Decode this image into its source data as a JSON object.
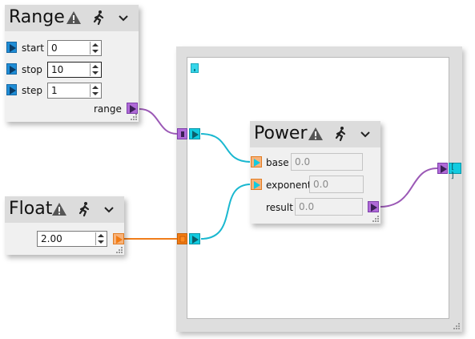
{
  "nodes": {
    "range": {
      "title": "Range",
      "fields": {
        "start": {
          "label": "start",
          "value": "0"
        },
        "stop": {
          "label": "stop",
          "value": "10"
        },
        "step": {
          "label": "step",
          "value": "1"
        }
      },
      "output_label": "range"
    },
    "float": {
      "title": "Float",
      "value": "2.00"
    },
    "power": {
      "title": "Power",
      "fields": {
        "base": {
          "label": "base",
          "value": "0.0"
        },
        "exponent": {
          "label": "exponent",
          "value": "0.0"
        },
        "result": {
          "label": "result",
          "value": "0.0"
        }
      }
    }
  },
  "group": {
    "output_marker": "[ ]"
  },
  "icons": {
    "warning": "warning-triangle-icon",
    "run": "running-person-icon",
    "menu": "chevron-down-icon",
    "resize": "resize-grip-icon"
  },
  "colors": {
    "int_port": "#1f8dd6",
    "list_port": "#12cbe0",
    "output_port": "#b06ad8",
    "float_port": "#f27b12",
    "wire_cyan": "#1ab8d0",
    "wire_purple": "#9b59b6",
    "wire_orange": "#f07d1a"
  }
}
